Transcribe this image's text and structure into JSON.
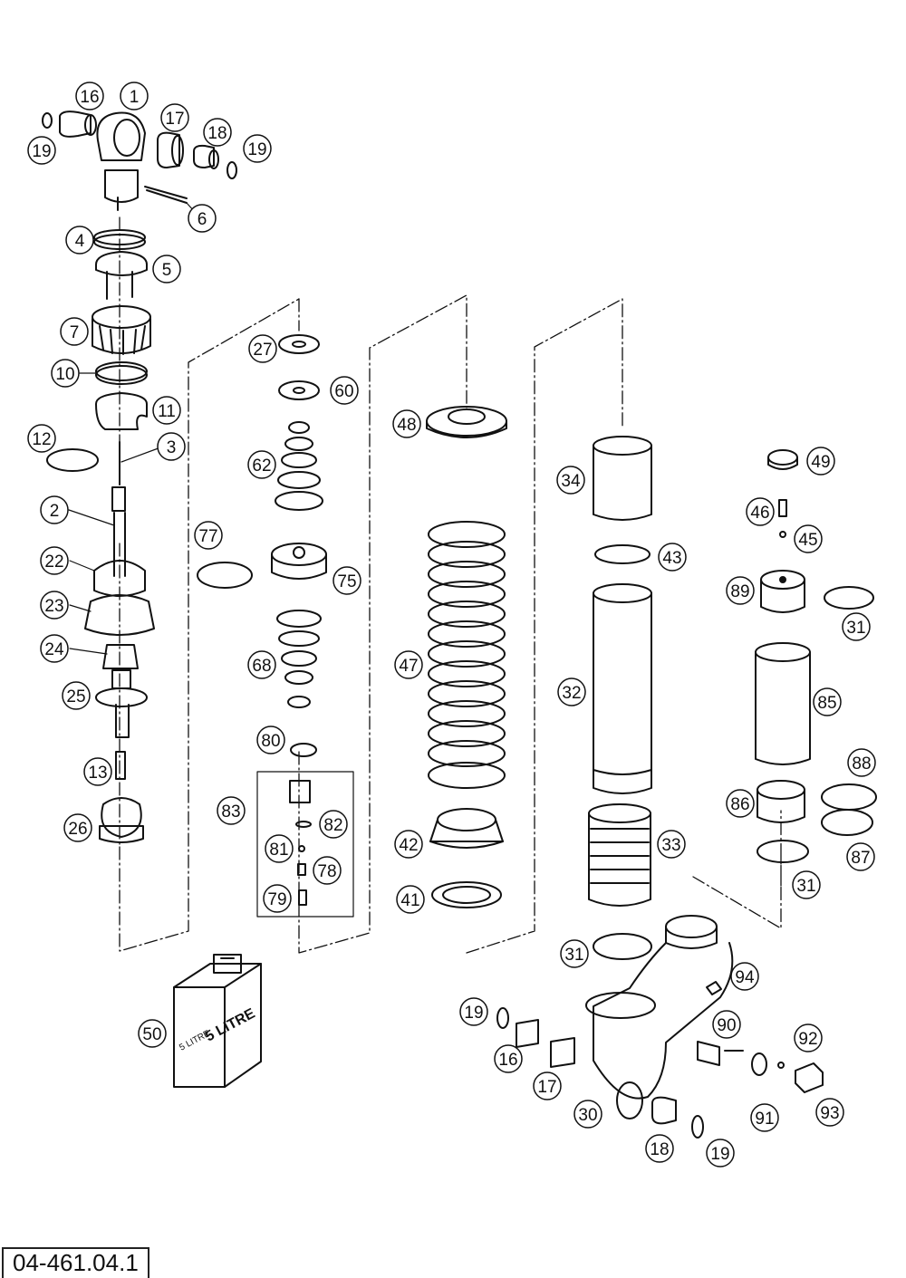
{
  "drawing_number": "04-461.04.1",
  "callouts": [
    {
      "id": "p1",
      "label": "1"
    },
    {
      "id": "p16a",
      "label": "16"
    },
    {
      "id": "p17a",
      "label": "17"
    },
    {
      "id": "p18a",
      "label": "18"
    },
    {
      "id": "p19a",
      "label": "19"
    },
    {
      "id": "p19b",
      "label": "19"
    },
    {
      "id": "p6",
      "label": "6"
    },
    {
      "id": "p4",
      "label": "4"
    },
    {
      "id": "p5",
      "label": "5"
    },
    {
      "id": "p7",
      "label": "7"
    },
    {
      "id": "p10",
      "label": "10"
    },
    {
      "id": "p11",
      "label": "11"
    },
    {
      "id": "p12",
      "label": "12"
    },
    {
      "id": "p3",
      "label": "3"
    },
    {
      "id": "p2",
      "label": "2"
    },
    {
      "id": "p22",
      "label": "22"
    },
    {
      "id": "p23",
      "label": "23"
    },
    {
      "id": "p24",
      "label": "24"
    },
    {
      "id": "p25",
      "label": "25"
    },
    {
      "id": "p13",
      "label": "13"
    },
    {
      "id": "p26",
      "label": "26"
    },
    {
      "id": "p27",
      "label": "27"
    },
    {
      "id": "p60",
      "label": "60"
    },
    {
      "id": "p62",
      "label": "62"
    },
    {
      "id": "p77",
      "label": "77"
    },
    {
      "id": "p75",
      "label": "75"
    },
    {
      "id": "p68",
      "label": "68"
    },
    {
      "id": "p80",
      "label": "80"
    },
    {
      "id": "p83",
      "label": "83"
    },
    {
      "id": "p82",
      "label": "82"
    },
    {
      "id": "p81",
      "label": "81"
    },
    {
      "id": "p78",
      "label": "78"
    },
    {
      "id": "p79",
      "label": "79"
    },
    {
      "id": "p48",
      "label": "48"
    },
    {
      "id": "p47",
      "label": "47"
    },
    {
      "id": "p42",
      "label": "42"
    },
    {
      "id": "p41",
      "label": "41"
    },
    {
      "id": "p34",
      "label": "34"
    },
    {
      "id": "p43",
      "label": "43"
    },
    {
      "id": "p32",
      "label": "32"
    },
    {
      "id": "p33",
      "label": "33"
    },
    {
      "id": "p31a",
      "label": "31"
    },
    {
      "id": "p49",
      "label": "49"
    },
    {
      "id": "p46",
      "label": "46"
    },
    {
      "id": "p45",
      "label": "45"
    },
    {
      "id": "p89",
      "label": "89"
    },
    {
      "id": "p31b",
      "label": "31"
    },
    {
      "id": "p85",
      "label": "85"
    },
    {
      "id": "p88",
      "label": "88"
    },
    {
      "id": "p86",
      "label": "86"
    },
    {
      "id": "p87",
      "label": "87"
    },
    {
      "id": "p31c",
      "label": "31"
    },
    {
      "id": "p94",
      "label": "94"
    },
    {
      "id": "p19c",
      "label": "19"
    },
    {
      "id": "p16b",
      "label": "16"
    },
    {
      "id": "p17b",
      "label": "17"
    },
    {
      "id": "p90",
      "label": "90"
    },
    {
      "id": "p92",
      "label": "92"
    },
    {
      "id": "p30",
      "label": "30"
    },
    {
      "id": "p91",
      "label": "91"
    },
    {
      "id": "p93",
      "label": "93"
    },
    {
      "id": "p18b",
      "label": "18"
    },
    {
      "id": "p19d",
      "label": "19"
    },
    {
      "id": "p50",
      "label": "50"
    }
  ],
  "oil_can": {
    "label_large": "5 LITRE",
    "label_small": "5 LITRE"
  }
}
